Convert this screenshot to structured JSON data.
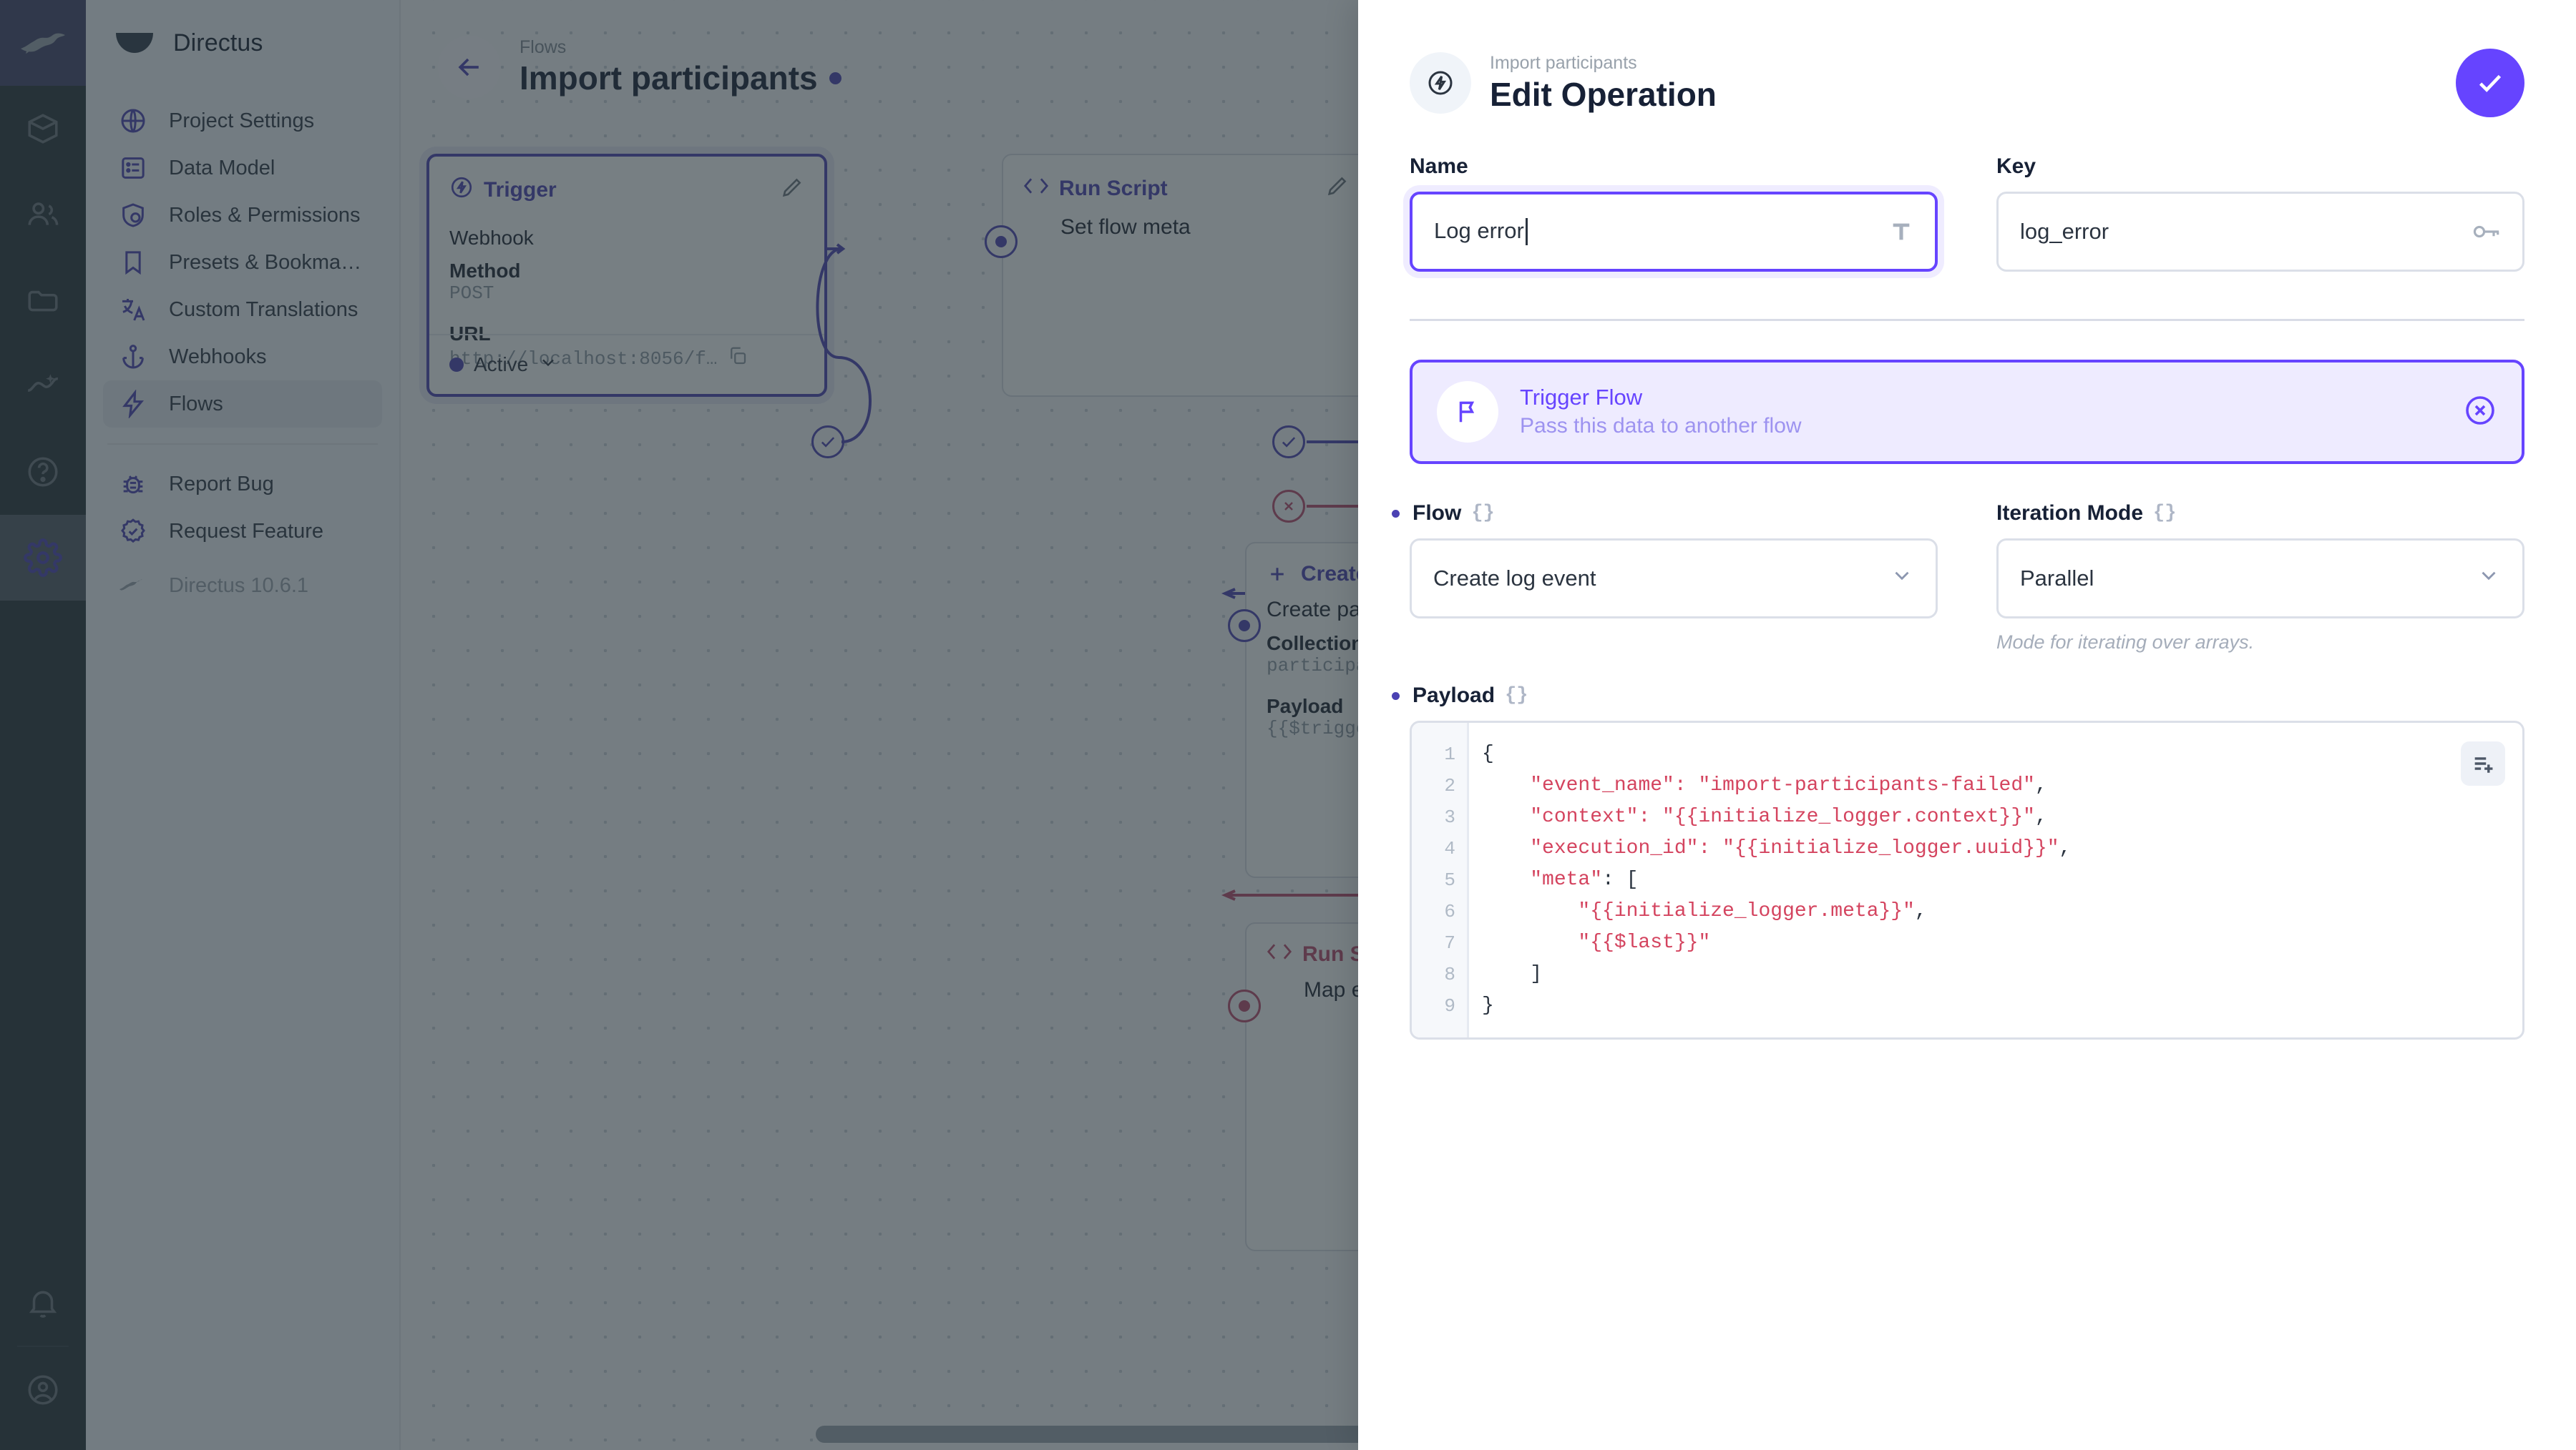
{
  "rail": {
    "items": [
      {
        "name": "logo",
        "icon": "directus-rabbit-logo"
      },
      {
        "name": "content",
        "icon": "box-icon"
      },
      {
        "name": "users",
        "icon": "people-icon"
      },
      {
        "name": "files",
        "icon": "folder-icon"
      },
      {
        "name": "insights",
        "icon": "insights-icon"
      },
      {
        "name": "docs",
        "icon": "question-circle-icon"
      },
      {
        "name": "settings",
        "icon": "gear-icon",
        "active": true
      }
    ],
    "bottom": [
      {
        "name": "notifications",
        "icon": "bell-icon"
      },
      {
        "name": "account",
        "icon": "user-circle-icon"
      }
    ]
  },
  "sidebar": {
    "brand": "Directus",
    "items": [
      {
        "label": "Project Settings",
        "icon": "globe-icon"
      },
      {
        "label": "Data Model",
        "icon": "list-box-icon"
      },
      {
        "label": "Roles & Permissions",
        "icon": "shield-user-icon"
      },
      {
        "label": "Presets & Bookmar…",
        "icon": "bookmark-icon"
      },
      {
        "label": "Custom Translations",
        "icon": "translate-icon"
      },
      {
        "label": "Webhooks",
        "icon": "anchor-icon"
      },
      {
        "label": "Flows",
        "icon": "bolt-icon",
        "selected": true
      }
    ],
    "secondary": [
      {
        "label": "Report Bug",
        "icon": "bug-icon"
      },
      {
        "label": "Request Feature",
        "icon": "feature-request-icon"
      }
    ],
    "version": "Directus 10.6.1"
  },
  "page": {
    "breadcrumb": "Flows",
    "title": "Import participants",
    "close_label": "×"
  },
  "canvas": {
    "trigger_card": {
      "type": "Trigger",
      "kind": "Webhook",
      "method_label": "Method",
      "method_value": "POST",
      "url_label": "URL",
      "url_value": "http://localhost:8056/f…",
      "status": "Active"
    },
    "run_script_card": {
      "type": "Run Script",
      "operation": "Set flow meta"
    },
    "create_data_card": {
      "add_label": "Create Data",
      "operation": "Create participan",
      "collection_label": "Collection",
      "collection_value": "participants",
      "payload_label": "Payload",
      "payload_value": "{{$trigger.bod"
    },
    "map_errors_card": {
      "type": "Run Script",
      "operation": "Map errors"
    }
  },
  "drawer": {
    "subtitle": "Import participants",
    "title": "Edit Operation",
    "save_label": "✓",
    "name_field": {
      "label": "Name",
      "value": "Log error",
      "suffix_icon": "text-type-icon"
    },
    "key_field": {
      "label": "Key",
      "value": "log_error",
      "suffix_icon": "key-icon"
    },
    "banner": {
      "title": "Trigger Flow",
      "description": "Pass this data to another flow",
      "icon": "flag-icon",
      "dismiss_icon": "circle-x-icon"
    },
    "flow_field": {
      "label": "Flow",
      "braces": "{}",
      "value": "Create log event"
    },
    "iteration_field": {
      "label": "Iteration Mode",
      "braces": "{}",
      "value": "Parallel",
      "hint": "Mode for iterating over arrays."
    },
    "payload_field": {
      "label": "Payload",
      "braces": "{}",
      "format_icon": "insert-lines-icon",
      "line_numbers": [
        "1",
        "2",
        "3",
        "4",
        "5",
        "6",
        "7",
        "8",
        "9"
      ],
      "lines": [
        {
          "pre": "{",
          "str": "",
          "post": ""
        },
        {
          "pre": "    ",
          "str": "\"event_name\": \"import-participants-failed\"",
          "post": ","
        },
        {
          "pre": "    ",
          "str": "\"context\": \"{{initialize_logger.context}}\"",
          "post": ","
        },
        {
          "pre": "    ",
          "str": "\"execution_id\": \"{{initialize_logger.uuid}}\"",
          "post": ","
        },
        {
          "pre": "    ",
          "str": "\"meta\"",
          "post": ": ["
        },
        {
          "pre": "        ",
          "str": "\"{{initialize_logger.meta}}\"",
          "post": ","
        },
        {
          "pre": "        ",
          "str": "\"{{$last}}\"",
          "post": ""
        },
        {
          "pre": "    ]",
          "str": "",
          "post": ""
        },
        {
          "pre": "}",
          "str": "",
          "post": ""
        }
      ]
    }
  },
  "colors": {
    "accent": "#6644ff",
    "accent_dark": "#4b42b3",
    "rail_bg": "#263238",
    "sidebar_bg": "#f0f4f9",
    "canvas_bg": "#f4f6fa",
    "danger": "#b94a6d",
    "code_string": "#d4445f"
  }
}
